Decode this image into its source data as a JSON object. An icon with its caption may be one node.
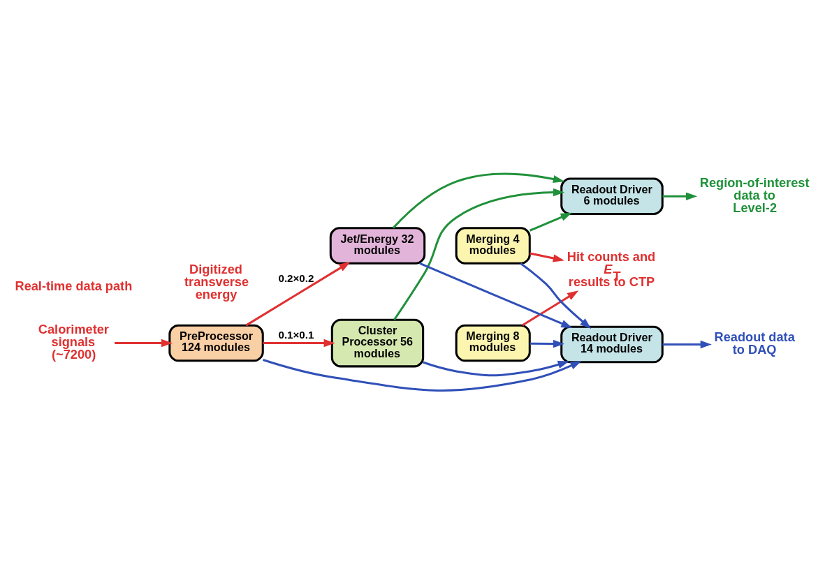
{
  "diagram": {
    "nodes": [
      {
        "text": [
          "Calorimeter signals (~7200)"
        ]
      },
      {
        "text": [
          "Cluster Processor 56 modules"
        ]
      },
      {
        "text": [
          "Merging 8 modules"
        ]
      },
      {
        "text": [
          "PreProcessor 124 modules"
        ]
      },
      {
        "text": [
          "Hit counts and *E*$_{T}$ results to CTP"
        ]
      },
      {
        "text": [
          "Jet/Energy 32 modules"
        ]
      },
      {
        "text": [
          "Merging 4 modules"
        ]
      },
      {
        "text": [
          "Readout Driver 14 modules"
        ]
      },
      {
        "text": [
          "Readout Driver 6 modules"
        ]
      },
      {
        "text": [
          "Readout data to DAQ"
        ]
      },
      {
        "text": [
          "Region-of-interest data to Level-2"
        ]
      }
    ],
    "edges": [
      {
        "from": 0,
        "to": 3,
        "arrow": "to",
        "color": "#e03030"
      },
      {
        "from": 3,
        "to": 1,
        "arrow": "to",
        "label": "0.1×0.1",
        "color": "#e03030"
      },
      {
        "from": 3,
        "to": 5,
        "arrow": "to",
        "label": "0.2×0.2",
        "color": "#e03030"
      },
      {
        "from": 2,
        "to": 4,
        "arrow": "to",
        "color": "#e03030"
      },
      {
        "from": 6,
        "to": 4,
        "arrow": "to",
        "color": "#e03030"
      },
      {
        "from": 3,
        "to": 7,
        "arrow": "to"
      },
      {
        "from": 1,
        "to": 7,
        "arrow": "to"
      },
      {
        "from": 2,
        "to": 7,
        "arrow": "to"
      },
      {
        "from": 5,
        "to": 7,
        "arrow": "to"
      },
      {
        "from": 6,
        "to": 7,
        "arrow": "to"
      },
      {
        "from": 1,
        "to": 8,
        "arrow": "to",
        "color": "#20913a"
      },
      {
        "from": 5,
        "to": 8,
        "arrow": "to",
        "color": "#20913a"
      },
      {
        "from": 6,
        "to": 8,
        "arrow": "to",
        "color": "#20913a"
      },
      {
        "from": 7,
        "to": 9,
        "arrow": "to"
      },
      {
        "from": 8,
        "to": 10,
        "arrow": "to",
        "color": "#20913a"
      }
    ],
    "labels": [
      "Digitized transverse energy"
    ],
    "legend": [
      {
        "text": "Real-time data path"
      }
    ]
  }
}
